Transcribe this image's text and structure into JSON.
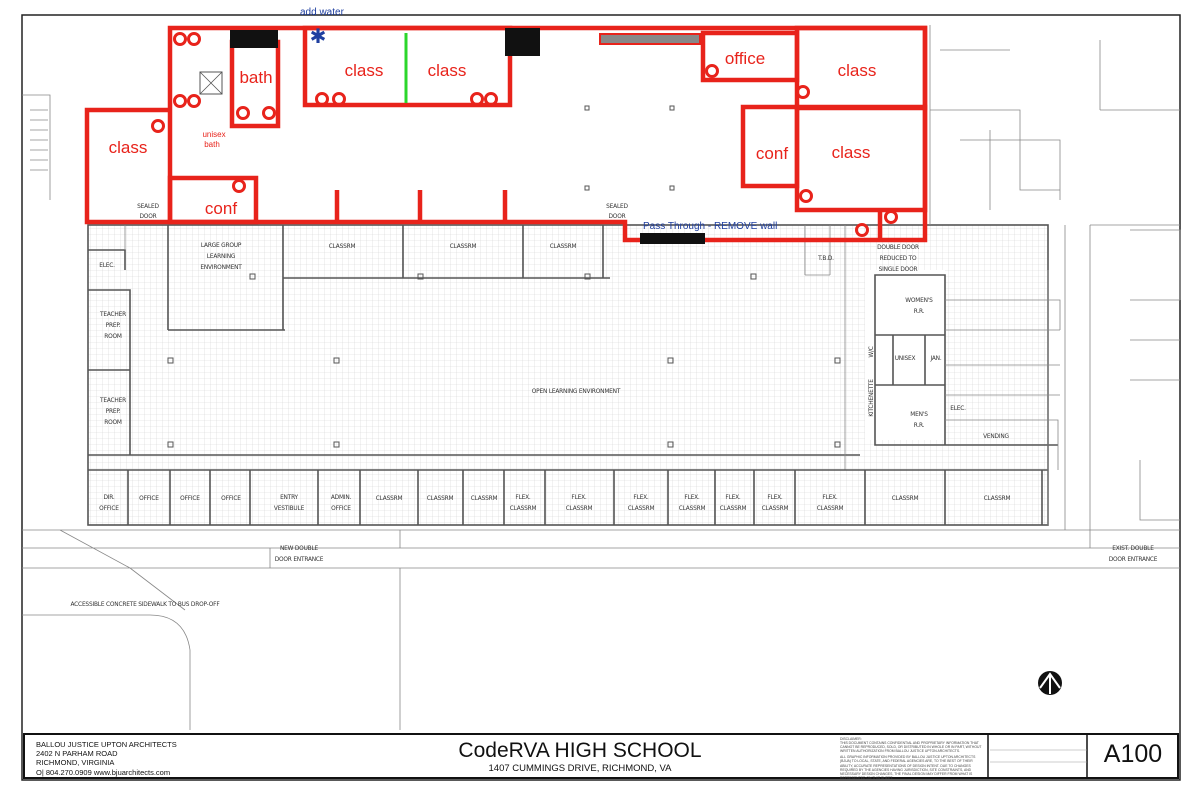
{
  "annotations": {
    "red_rooms": [
      "bath",
      "class",
      "class",
      "office",
      "class",
      "class",
      "conf",
      "class",
      "conf"
    ],
    "unisex_bath": [
      "unisex",
      "bath"
    ],
    "add_water": "add water",
    "pass_through": "Pass Through - REMOVE wall",
    "colors": {
      "markup_red": "#e8231b",
      "note_blue": "#1f3fa0",
      "divider_green": "#2bd62b"
    }
  },
  "plan_labels": [
    "SEALED",
    "DOOR",
    "SEALED",
    "DOOR",
    "ELEC.",
    "LARGE GROUP",
    "LEARNING",
    "ENVIRONMENT",
    "CLASSRM",
    "CLASSRM",
    "CLASSRM",
    "T.B.D.",
    "DOUBLE DOOR",
    "REDUCED TO",
    "SINGLE DOOR",
    "WOMEN'S",
    "R.R.",
    "UNISEX",
    "JAN.",
    "W/C",
    "KITCHENETTE",
    "MEN'S",
    "R.R.",
    "ELEC.",
    "VENDING",
    "TEACHER",
    "PREP.",
    "ROOM",
    "TEACHER",
    "PREP.",
    "ROOM",
    "OPEN LEARNING ENVIRONMENT",
    "DIR.",
    "OFFICE",
    "OFFICE",
    "OFFICE",
    "OFFICE",
    "ENTRY",
    "VESTIBULE",
    "ADMIN.",
    "OFFICE",
    "CLASSRM",
    "CLASSRM",
    "CLASSRM",
    "FLEX.",
    "CLASSRM",
    "FLEX.",
    "CLASSRM",
    "FLEX.",
    "CLASSRM",
    "FLEX.",
    "CLASSRM",
    "FLEX.",
    "CLASSRM",
    "FLEX.",
    "CLASSRM",
    "FLEX.",
    "CLASSRM",
    "CLASSRM",
    "CLASSRM",
    "NEW DOUBLE",
    "DOOR ENTRANCE",
    "EXIST. DOUBLE",
    "DOOR ENTRANCE",
    "ACCESSIBLE CONCRETE SIDEWALK TO BUS DROP-OFF"
  ],
  "north_arrow_icon": "north-arrow-icon",
  "title_block": {
    "firm": [
      "BALLOU JUSTICE UPTON ARCHITECTS",
      "2402 N PARHAM ROAD",
      "RICHMOND, VIRGINIA",
      "O| 804.270.0909    www.bjuarchitects.com"
    ],
    "project": "CodeRVA HIGH SCHOOL",
    "address": "1407 CUMMINGS DRIVE, RICHMOND, VA",
    "disclaimer": [
      "DISCLAIMER:",
      "THIS DOCUMENT CONTAINS CONFIDENTIAL AND PROPRIETARY INFORMATION THAT CANNOT BE REPRODUCED, SOLD, OR DISTRIBUTED IN WHOLE OR IN PART, WITHOUT WRITTEN AUTHORIZATION FROM BALLOU JUSTICE UPTON ARCHITECTS.",
      "ALL GRAPHIC INFORMATION PROVIDED BY BALLOU JUSTICE UPTON ARCHITECTS (BJUA) TO LOCAL, STATE, AND FEDERAL AGENCIES ARE, TO THE BEST OF THEIR ABILITY, ACCURATE REPRESENTATIONS OF DESIGN INTENT. DUE TO CHANGES REQUIRED BY THE AGENCIES HAVING JURISDICTION, SITE CONSTRAINTS, AND NECESSARY DESIGN CHANGES, THE FINAL DESIGN MAY DIFFER FROM WHAT IS REPRESENTED ON THIS SHEET."
    ],
    "sheet_number": "A100"
  }
}
